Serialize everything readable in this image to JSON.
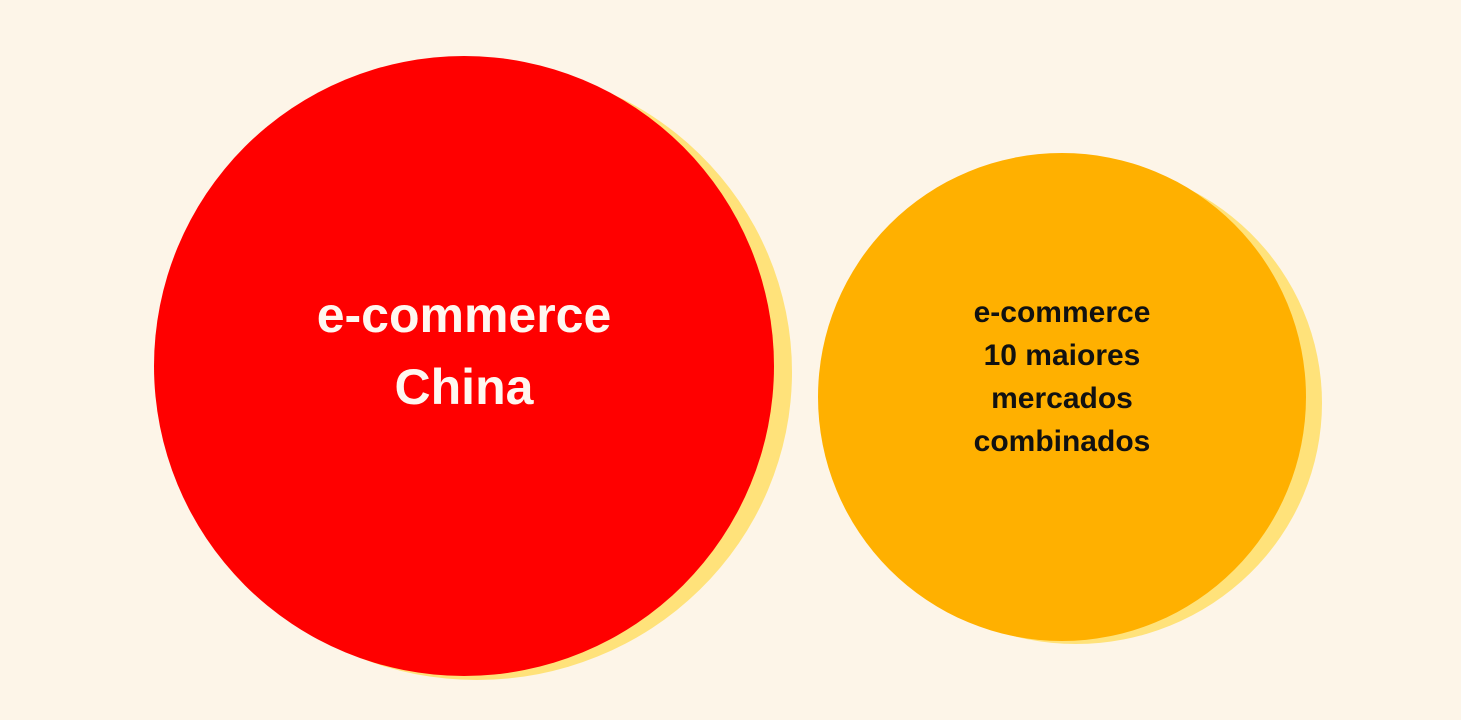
{
  "diagram": {
    "circles": [
      {
        "id": "china",
        "lines": [
          "e-commerce",
          "China"
        ],
        "fill": "#ff0000",
        "shadow": "#ffe27a",
        "text_color": "#fff7f0"
      },
      {
        "id": "top10",
        "lines": [
          "e-commerce",
          "10 maiores",
          "mercados",
          "combinados"
        ],
        "fill": "#ffb000",
        "shadow": "#ffe27a",
        "text_color": "#111111"
      }
    ],
    "background": "#fdf5e8"
  }
}
